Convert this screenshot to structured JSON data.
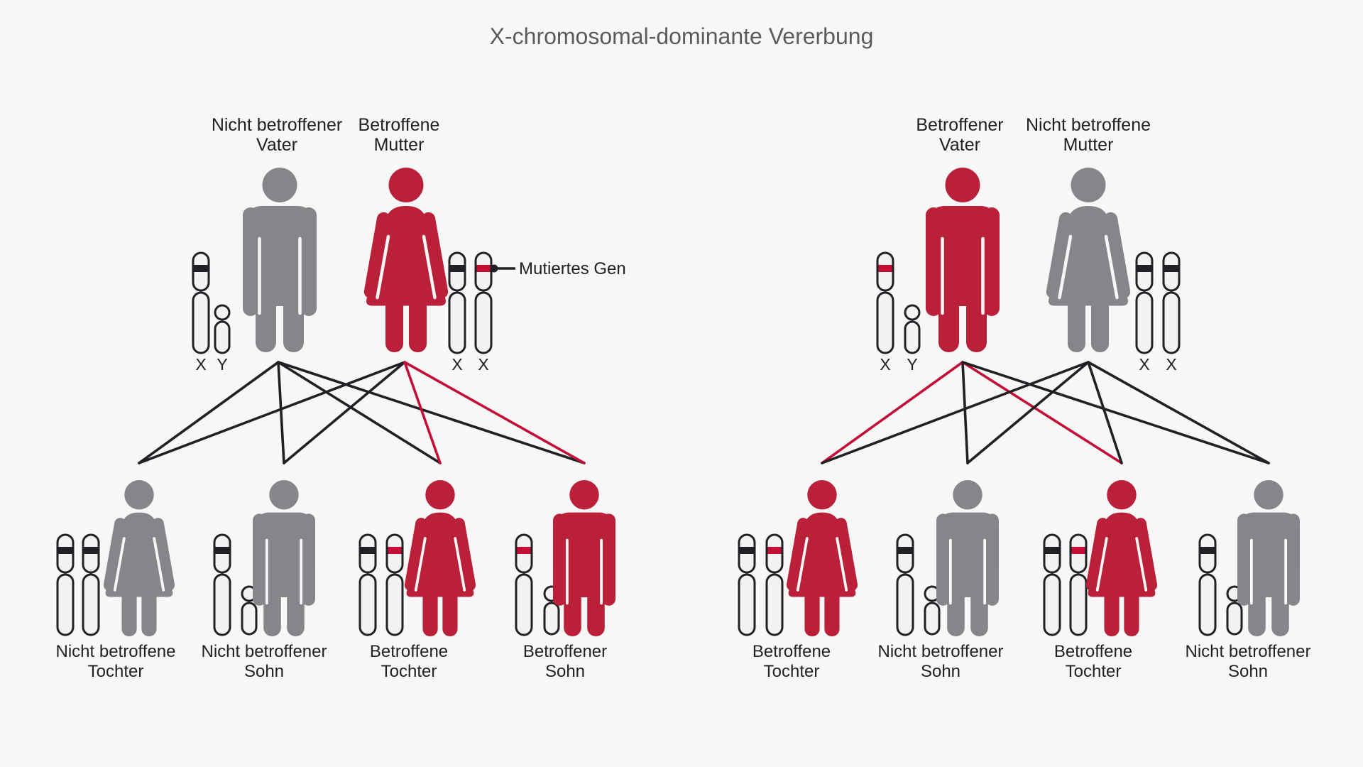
{
  "title": "X-chromosomal-dominante Vererbung",
  "annotation_label": "Mutiertes Gen",
  "colors": {
    "affected": "#bb2039",
    "unaffected": "#848689",
    "band_normal": "#202124",
    "band_mutated": "#c40e36",
    "line_normal": "#202124",
    "line_mutated": "#c40e36",
    "chromosome_fill": "#f2f2f3",
    "chromosome_stroke": "#202124",
    "background": "#f7f7f8",
    "title_text": "#5a5b5e",
    "label_text": "#202124"
  },
  "left": {
    "father_label": [
      "Nicht betroffener",
      "Vater"
    ],
    "father_color": "#848689",
    "father_band": "#202124",
    "mother_label": [
      "Betroffene",
      "Mutter"
    ],
    "mother_color": "#bb2039",
    "mother_bands": [
      "#202124",
      "#c40e36"
    ],
    "parent_sex_labels": [
      "X",
      "Y",
      "X",
      "X"
    ],
    "children": [
      {
        "label": [
          "Nicht betroffene",
          "Tochter"
        ],
        "sex": "female",
        "color": "#848689",
        "bands": [
          "#202124",
          "#202124"
        ]
      },
      {
        "label": [
          "Nicht betroffener",
          "Sohn"
        ],
        "sex": "male",
        "color": "#848689",
        "bands": [
          "#202124"
        ]
      },
      {
        "label": [
          "Betroffene",
          "Tochter"
        ],
        "sex": "female",
        "color": "#bb2039",
        "bands": [
          "#202124",
          "#c40e36"
        ]
      },
      {
        "label": [
          "Betroffener",
          "Sohn"
        ],
        "sex": "male",
        "color": "#bb2039",
        "bands": [
          "#c40e36"
        ]
      }
    ],
    "line_colors": {
      "father": [
        "#202124",
        "#202124",
        "#202124",
        "#202124"
      ],
      "mother": [
        "#202124",
        "#202124",
        "#c40e36",
        "#c40e36"
      ]
    }
  },
  "right": {
    "father_label": [
      "Betroffener",
      "Vater"
    ],
    "father_color": "#bb2039",
    "father_band": "#c40e36",
    "mother_label": [
      "Nicht betroffene",
      "Mutter"
    ],
    "mother_color": "#848689",
    "mother_bands": [
      "#202124",
      "#202124"
    ],
    "parent_sex_labels": [
      "X",
      "Y",
      "X",
      "X"
    ],
    "children": [
      {
        "label": [
          "Betroffene",
          "Tochter"
        ],
        "sex": "female",
        "color": "#bb2039",
        "bands": [
          "#202124",
          "#c40e36"
        ]
      },
      {
        "label": [
          "Nicht betroffener",
          "Sohn"
        ],
        "sex": "male",
        "color": "#848689",
        "bands": [
          "#202124"
        ]
      },
      {
        "label": [
          "Betroffene",
          "Tochter"
        ],
        "sex": "female",
        "color": "#bb2039",
        "bands": [
          "#202124",
          "#c40e36"
        ]
      },
      {
        "label": [
          "Nicht betroffener",
          "Sohn"
        ],
        "sex": "male",
        "color": "#848689",
        "bands": [
          "#202124"
        ]
      }
    ],
    "line_colors": {
      "father": [
        "#c40e36",
        "#202124",
        "#c40e36",
        "#202124"
      ],
      "mother": [
        "#202124",
        "#202124",
        "#202124",
        "#202124"
      ]
    }
  }
}
